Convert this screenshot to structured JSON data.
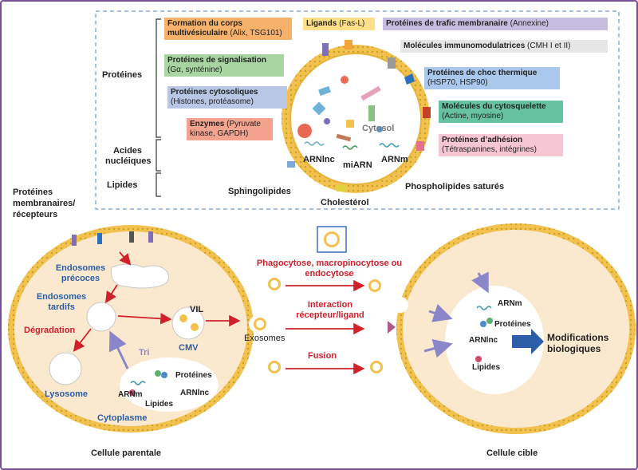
{
  "inset": {
    "categories": {
      "proteins": "Protéines",
      "nucleic_acids": "Acides nucléiques",
      "lipids": "Lipides"
    },
    "boxes": {
      "mvb": {
        "title": "Formation du corps multivésiculaire",
        "detail": "(Alix, TSG101)",
        "color": "#f6b26b"
      },
      "ligands": {
        "title": "Ligands",
        "detail": "(Fas-L)",
        "color": "#ffe08a"
      },
      "trafic": {
        "title": "Protéines de trafic membranaire",
        "detail": "(Annexine)",
        "color": "#c7bde0"
      },
      "immuno": {
        "title": "Molécules immunomodulatrices",
        "detail": "(CMH I et II)",
        "color": "#e6e6e6"
      },
      "signal": {
        "title": "Protéines de signalisation",
        "detail": "(Gα, synténine)",
        "color": "#a8d5a2"
      },
      "choc": {
        "title": "Protéines de choc thermique",
        "detail": "(HSP70, HSP90)",
        "color": "#a9c8ec"
      },
      "cyto": {
        "title": "Protéines cytosoliques",
        "detail": "(Histones, protéasome)",
        "color": "#b9c7e6"
      },
      "squelette": {
        "title": "Molécules du cytosquelette",
        "detail": "(Actine, myosine)",
        "color": "#66c2a0"
      },
      "enzymes": {
        "title": "Enzymes",
        "detail": "(Pyruvate kinase, GAPDH)",
        "color": "#f4a38f"
      },
      "adhesion": {
        "title": "Protéines d’adhésion",
        "detail": "(Tétraspanines, intégrines)",
        "color": "#f6c6d3"
      }
    },
    "vesicle": {
      "cytosol": "Cytosol",
      "arnlnc": "ARNlnc",
      "miarn": "miARN",
      "arnm": "ARNm"
    },
    "lipids": {
      "sphingo": "Sphingolipides",
      "cholesterol": "Cholestérol",
      "phospho": "Phospholipides saturés"
    }
  },
  "parent": {
    "membrane_proteins": "Protéines membranaires/ récepteurs",
    "early": "Endosomes précoces",
    "late": "Endosomes tardifs",
    "degradation": "Dégradation",
    "lysosome": "Lysosome",
    "vil": "VIL",
    "cmv": "CMV",
    "tri": "Tri",
    "proteins": "Protéines",
    "arnm": "ARNm",
    "lipids": "Lipides",
    "arnlnc": "ARNlnc",
    "cytoplasm": "Cytoplasme",
    "caption": "Cellule parentale"
  },
  "middle": {
    "exosomes": "Exosomes",
    "route1": "Phagocytose, macropinocytose ou endocytose",
    "route2": "Interaction récepteur/ligand",
    "route3": "Fusion"
  },
  "target": {
    "arnm": "ARNm",
    "proteins": "Protéines",
    "arnlnc": "ARNlnc",
    "lipids": "Lipides",
    "effect": "Modifications biologiques",
    "caption": "Cellule cible"
  },
  "colors": {
    "membrane": "#f2c14e",
    "cell_fill": "#fbe9cf",
    "arrow_red": "#d0202a",
    "arrow_purple": "#8a86c9",
    "blue_text": "#2a5ea8",
    "frame": "#7a4f9a"
  }
}
